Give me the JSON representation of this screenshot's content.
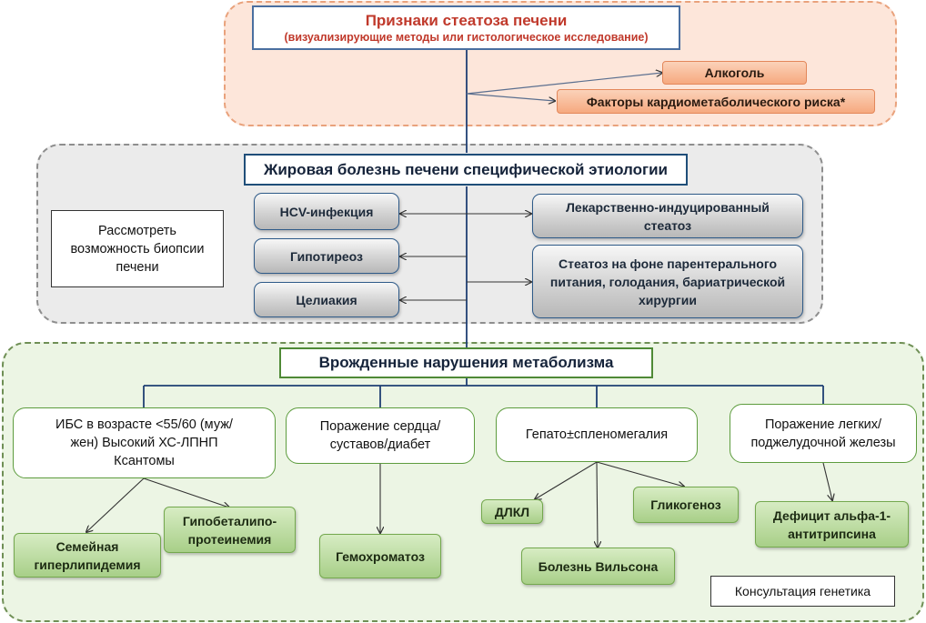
{
  "top": {
    "title": "Признаки стеатоза печени",
    "subtitle": "(визуализирующие методы или гистологическое исследование)",
    "alcohol": "Алкоголь",
    "cardiometabolic": "Факторы кардиометаболического риска*"
  },
  "middle": {
    "title": "Жировая болезнь печени специфической этиологии",
    "biopsy_note": "Рассмотреть возможность биопсии печени",
    "hcv": "HCV-инфекция",
    "hypothyroid": "Гипотиреоз",
    "celiac": "Целиакия",
    "drug_induced": "Лекарственно-индуцированный стеатоз",
    "parenteral": "Стеатоз на фоне парентерального питания, голодания, бариатрической хирургии"
  },
  "bottom": {
    "title": "Врожденные нарушения метаболизма",
    "ihd": "ИБС в возрасте <55/60 (муж/жен) Высокий ХС-ЛПНП Ксантомы",
    "heart_joints": "Поражение сердца/суставов/диабет",
    "hepato": "Гепато±спленомегалия",
    "lungs": "Поражение легких/поджелудочной железы",
    "familial_hyper": "Семейная гиперлипидемия",
    "hypobeta": "Гипобеталипо-протеинемия",
    "hemochromatosis": "Гемохроматоз",
    "dlkl": "ДЛКЛ",
    "glycogenosis": "Гликогеноз",
    "wilson": "Болезнь Вильсона",
    "alpha1": "Дефицит альфа-1-антитрипсина",
    "genetics": "Консультация генетика"
  },
  "colors": {
    "orange_region": "#fde6da",
    "gray_region": "#ebebeb",
    "green_region": "#ecf5e4",
    "line_blue": "#1f3f73"
  }
}
